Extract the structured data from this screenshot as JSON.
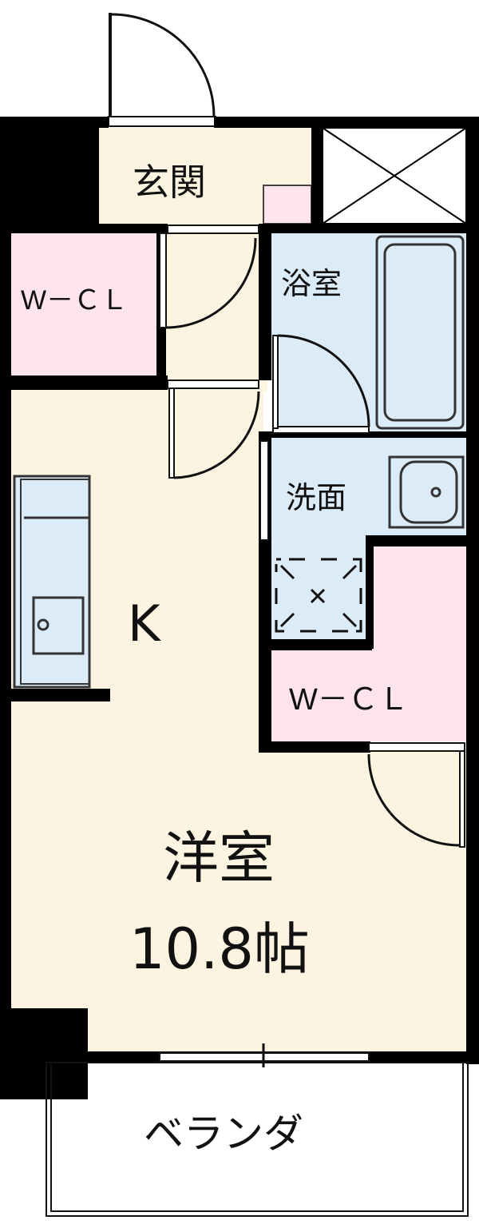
{
  "floor_plan": {
    "rooms": {
      "entrance": "玄関",
      "closet_upper": "W－ＣＬ",
      "bathroom": "浴室",
      "washroom": "洗面",
      "kitchen": "K",
      "closet_lower": "W－ＣＬ",
      "western_room": "洋室",
      "western_room_area": "10.8帖",
      "balcony": "ベランダ"
    },
    "colors": {
      "wall": "#000000",
      "room_cream": "#FDF3E1",
      "closet_pink": "#FDE3EA",
      "wet_blue": "#DCEBF8",
      "fixture_line": "#333333"
    }
  }
}
